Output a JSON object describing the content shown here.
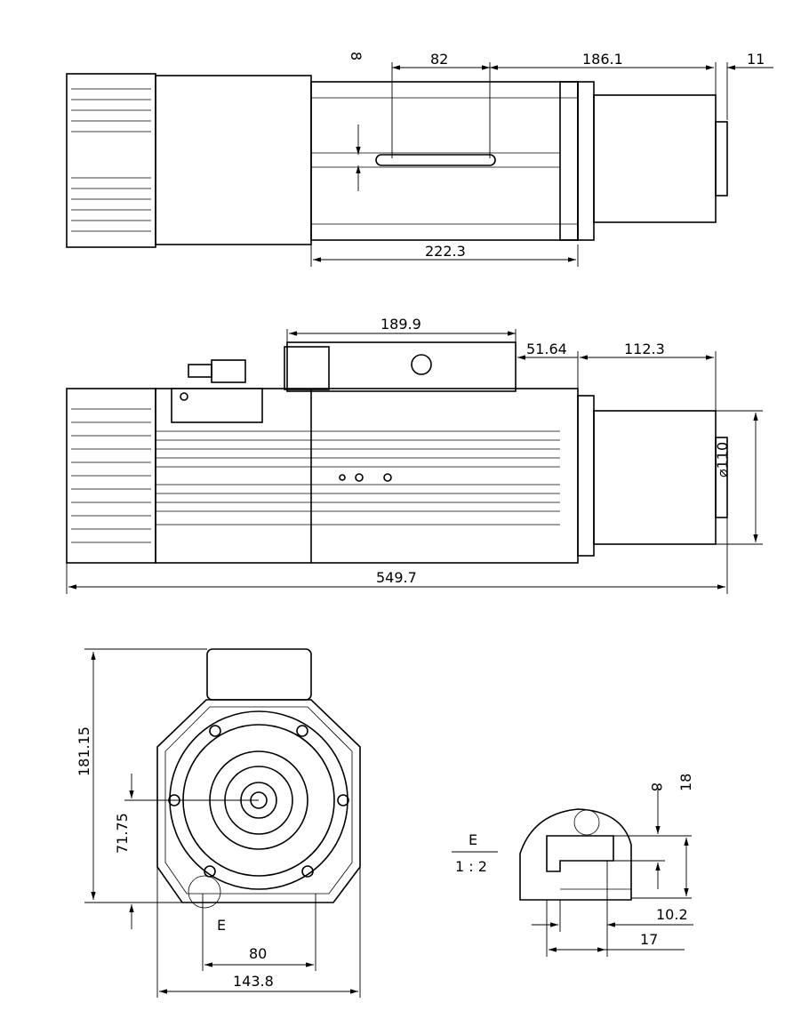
{
  "top_view": {
    "slot_width": "8",
    "slot_length": "82",
    "slot_to_end": "186.1",
    "nose_length": "11",
    "body_length": "222.3"
  },
  "side_view": {
    "connector_length": "189.9",
    "connector_offset": "51.64",
    "nose_length": "112.3",
    "nose_diameter": "⌀110",
    "total_length": "549.7"
  },
  "front_view": {
    "height": "181.15",
    "axis_height": "71.75",
    "detail_marker": "E",
    "foot_spacing": "80",
    "width": "143.8"
  },
  "detail_view": {
    "label": "E",
    "scale": "1 : 2",
    "slot_width": "8",
    "slot_depth": "18",
    "dim_a": "10.2",
    "dim_b": "17"
  }
}
